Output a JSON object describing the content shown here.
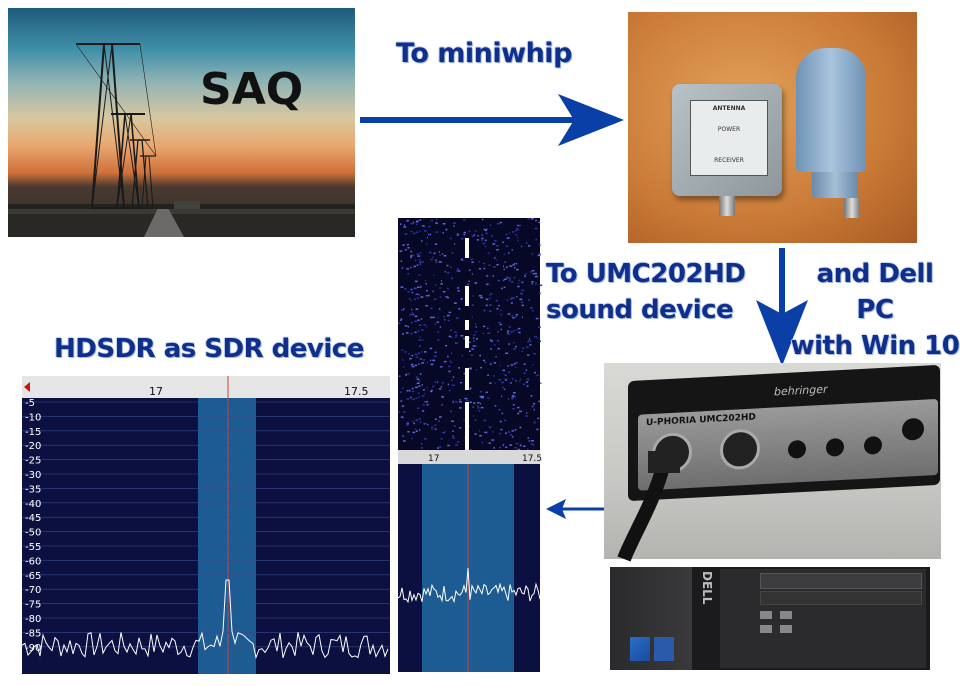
{
  "labels": {
    "saq": "SAQ",
    "to_miniwhip": "To miniwhip",
    "to_umc": [
      "To UMC202HD",
      "sound device"
    ],
    "and_dell": [
      "and Dell",
      "PC",
      "with Win 10"
    ],
    "hdsdr": "HDSDR as SDR device"
  },
  "box_text": {
    "antenna": "ANTENNA",
    "power": "POWER",
    "receiver": "RECEIVER",
    "behringer": "behringer",
    "uphoria": "U-PHORIA UMC202HD",
    "dell": "DELL"
  },
  "big_spectrum": {
    "freq_ticks": [
      "17",
      "17.5"
    ],
    "db_ticks": [
      "-5",
      "-10",
      "-15",
      "-20",
      "-25",
      "-30",
      "-35",
      "-40",
      "-45",
      "-50",
      "-55",
      "-60",
      "-65",
      "-70",
      "-75",
      "-80",
      "-85",
      "-90"
    ]
  },
  "small_spectrum": {
    "freq_ticks": [
      "17",
      "17.5"
    ]
  },
  "colors": {
    "arrow": "#0a3fa8",
    "label": "#0f2f8a",
    "spectrum_bg": "#0b1040",
    "passband": "#1c5c92",
    "trace": "#ffffff",
    "center_line": "#d04040"
  }
}
